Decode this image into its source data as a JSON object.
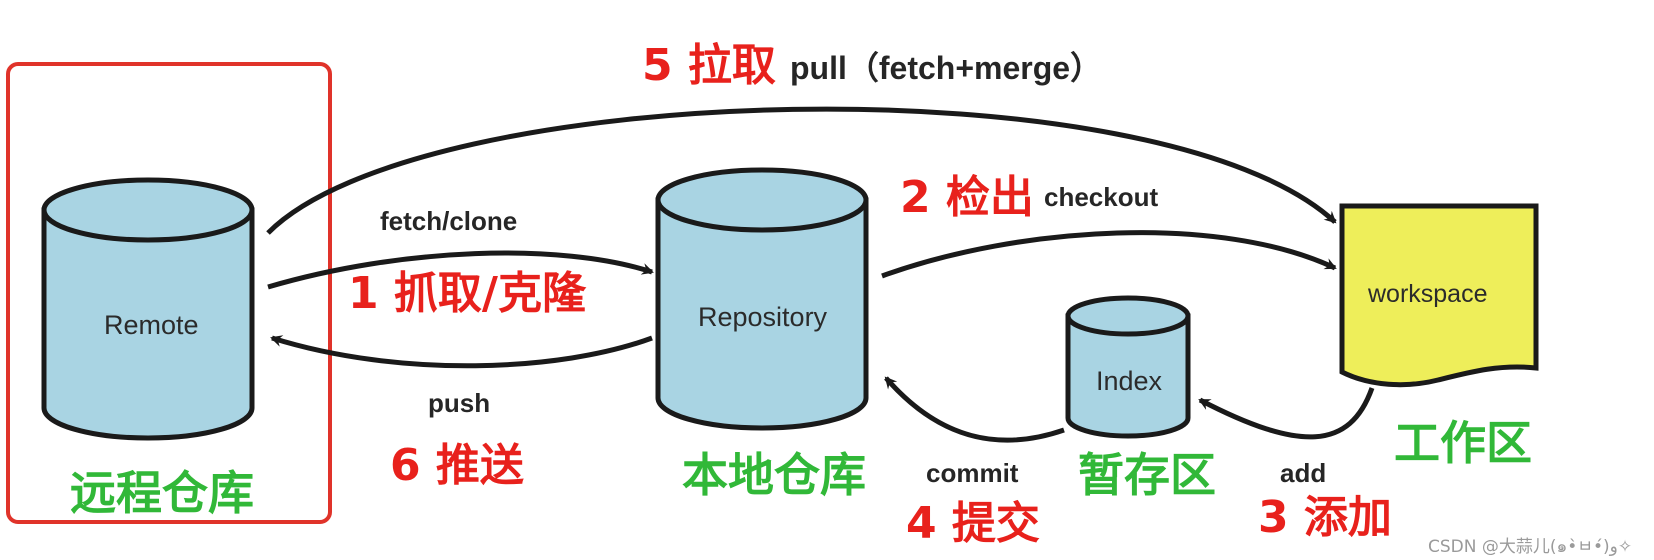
{
  "stores": {
    "remote": {
      "label": "Remote",
      "cn": "远程仓库"
    },
    "repository": {
      "label": "Repository",
      "cn": "本地仓库"
    },
    "index": {
      "label": "Index",
      "cn": "暂存区"
    },
    "workspace": {
      "label": "workspace",
      "cn": "工作区"
    }
  },
  "operations": {
    "fetch": {
      "en": "fetch/clone",
      "cn": "1 抓取/克隆"
    },
    "checkout": {
      "en": "checkout",
      "cn": "2 检出"
    },
    "add": {
      "en": "add",
      "cn": "3 添加"
    },
    "commit": {
      "en": "commit",
      "cn": "4 提交"
    },
    "pull": {
      "en": "pull（fetch+merge）",
      "cn": "5 拉取"
    },
    "push": {
      "en": "push",
      "cn": "6 推送"
    }
  },
  "watermark": "CSDN @大蒜儿(๑•̀ㅂ•́)و✧",
  "colors": {
    "cylinder_fill": "#a9d4e3",
    "cylinder_stroke": "#1a1a1a",
    "workspace_fill": "#eeee5a",
    "highlight_box": "#e0332a",
    "step_red": "#e8211c",
    "area_green": "#31b838"
  }
}
